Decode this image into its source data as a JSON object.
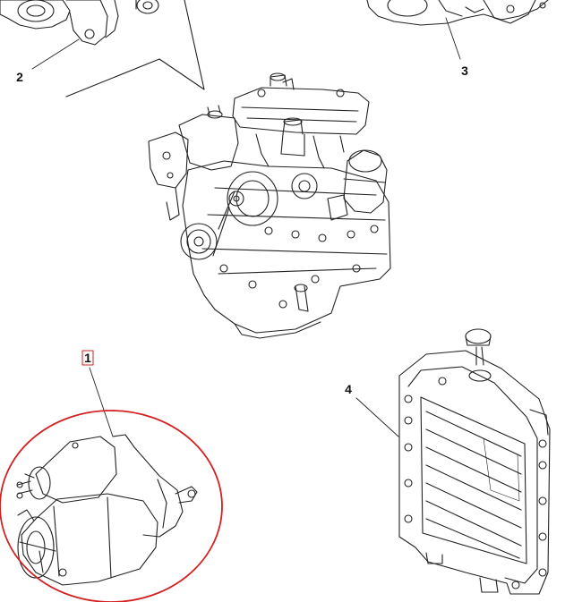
{
  "callouts": [
    {
      "id": "1",
      "label": "1"
    },
    {
      "id": "2",
      "label": "2"
    },
    {
      "id": "3",
      "label": "3"
    },
    {
      "id": "4",
      "label": "4"
    }
  ],
  "colors": {
    "line": "#222222",
    "highlight": "#d42020",
    "background": "#ffffff"
  },
  "icons": {
    "engine": "engine-block-illustration",
    "starter": "starter-motor-illustration",
    "radiator": "radiator-illustration",
    "alternator": "alternator-bracket-illustration",
    "water_pump": "water-pump-illustration"
  }
}
